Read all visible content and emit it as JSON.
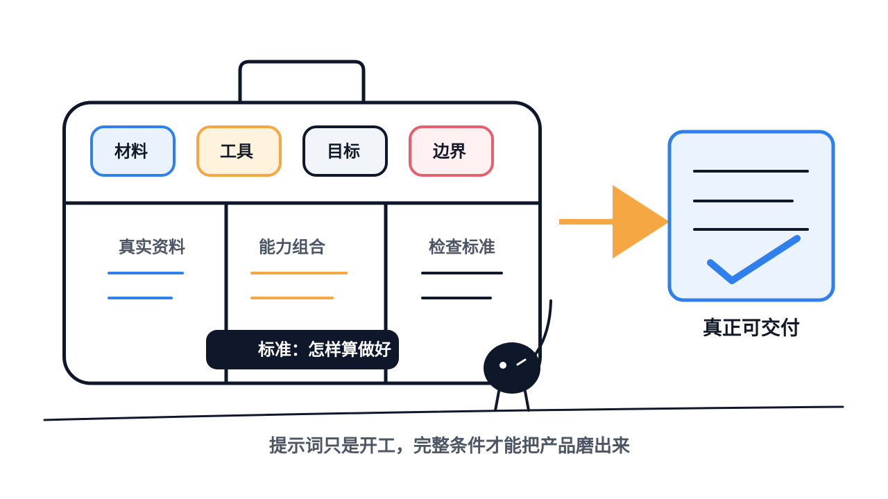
{
  "toolbox": {
    "tags": [
      {
        "label": "材料",
        "color": "#2f80ed",
        "fill": "#eaf2fd"
      },
      {
        "label": "工具",
        "color": "#f4a742",
        "fill": "#fff3dd"
      },
      {
        "label": "目标",
        "color": "#0f172a",
        "fill": "#f1f5f9"
      },
      {
        "label": "边界",
        "color": "#e5606e",
        "fill": "#fff1f2"
      }
    ],
    "compartments": [
      {
        "label": "真实资料",
        "line_color": "#2f80ed"
      },
      {
        "label": "能力组合",
        "line_color": "#f4a742"
      },
      {
        "label": "检查标准",
        "line_color": "#0f172a"
      }
    ],
    "banner": "标准：怎样算做好"
  },
  "deliverable": {
    "label": "真正可交付",
    "icon": "checked-document-icon"
  },
  "caption": "提示词只是开工，完整条件才能把产品磨出来",
  "colors": {
    "ink": "#0f172a",
    "blue": "#2f80ed",
    "orange": "#f4a742",
    "red": "#e5606e",
    "muted_text": "#4b5563"
  }
}
